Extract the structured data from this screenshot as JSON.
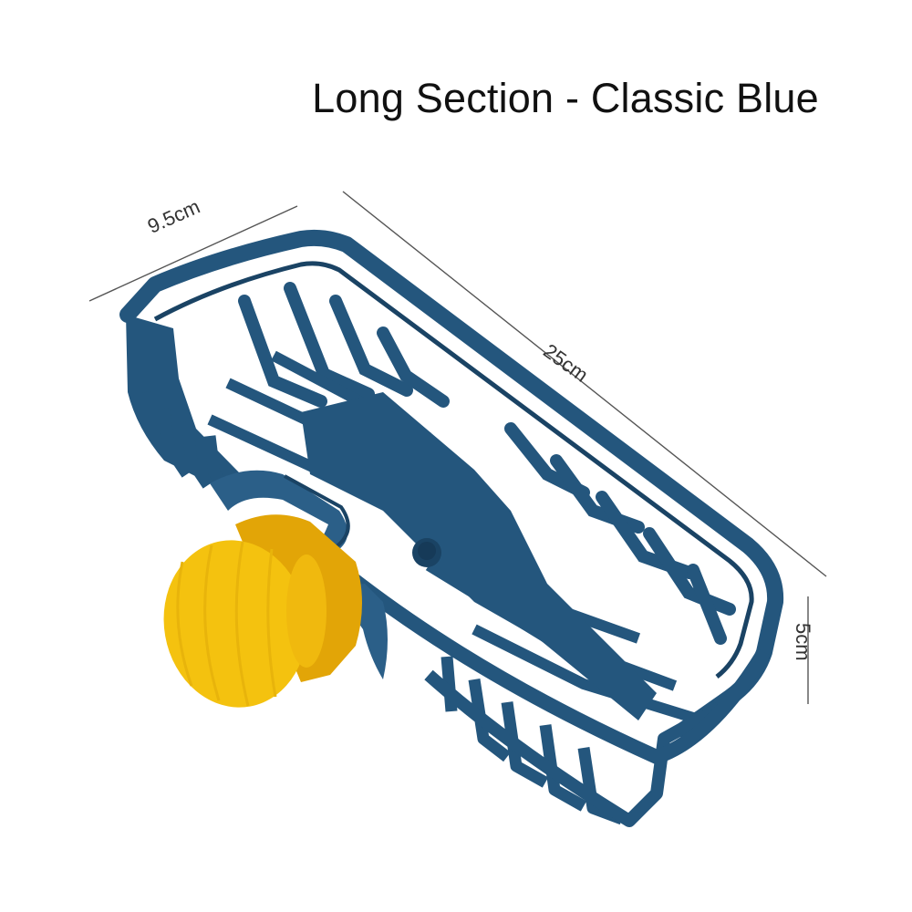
{
  "title": "Long Section - Classic Blue",
  "dimensions": {
    "width": "9.5cm",
    "length": "25cm",
    "height": "5cm"
  },
  "colors": {
    "basket": "#24567d",
    "basket_dark": "#1a4364",
    "basket_light": "#3a6f98",
    "knob": "#f4c20f",
    "knob_shadow": "#e2a507",
    "dimension_line": "#555555",
    "background": "#ffffff"
  }
}
